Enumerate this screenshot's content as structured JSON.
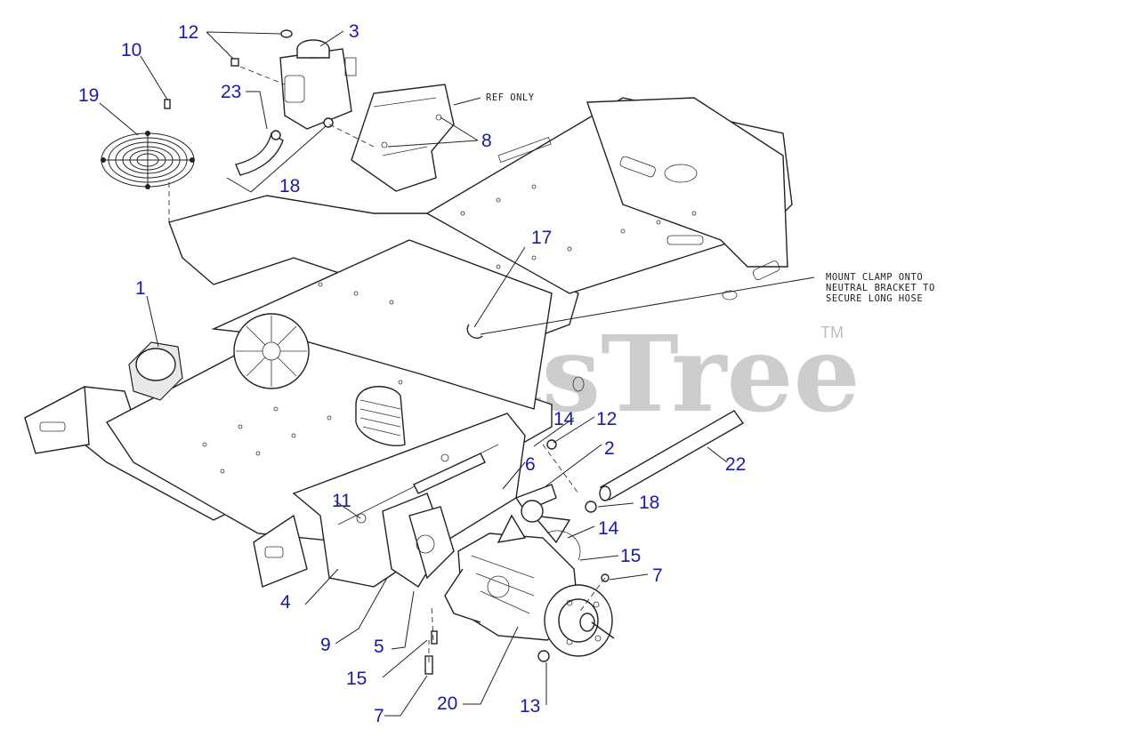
{
  "callouts": {
    "c1": "1",
    "c2": "2",
    "c3": "3",
    "c4": "4",
    "c5": "5",
    "c6": "6",
    "c7a": "7",
    "c7b": "7",
    "c8": "8",
    "c9": "9",
    "c10": "10",
    "c11": "11",
    "c12a": "12",
    "c12b": "12",
    "c13": "13",
    "c14a": "14",
    "c14b": "14",
    "c15a": "15",
    "c15b": "15",
    "c17": "17",
    "c18a": "18",
    "c18b": "18",
    "c19": "19",
    "c20": "20",
    "c22": "22",
    "c23": "23"
  },
  "notes": {
    "ref_only": "REF ONLY",
    "mount_line1": "MOUNT CLAMP ONTO",
    "mount_line2": "NEUTRAL BRACKET TO",
    "mount_line3": "SECURE LONG HOSE"
  },
  "watermark": {
    "text": "PartsTree",
    "tm": "TM"
  },
  "colors": {
    "callout": "#1a1aa8",
    "linework": "#222222",
    "watermark": "#bdbdbd"
  }
}
